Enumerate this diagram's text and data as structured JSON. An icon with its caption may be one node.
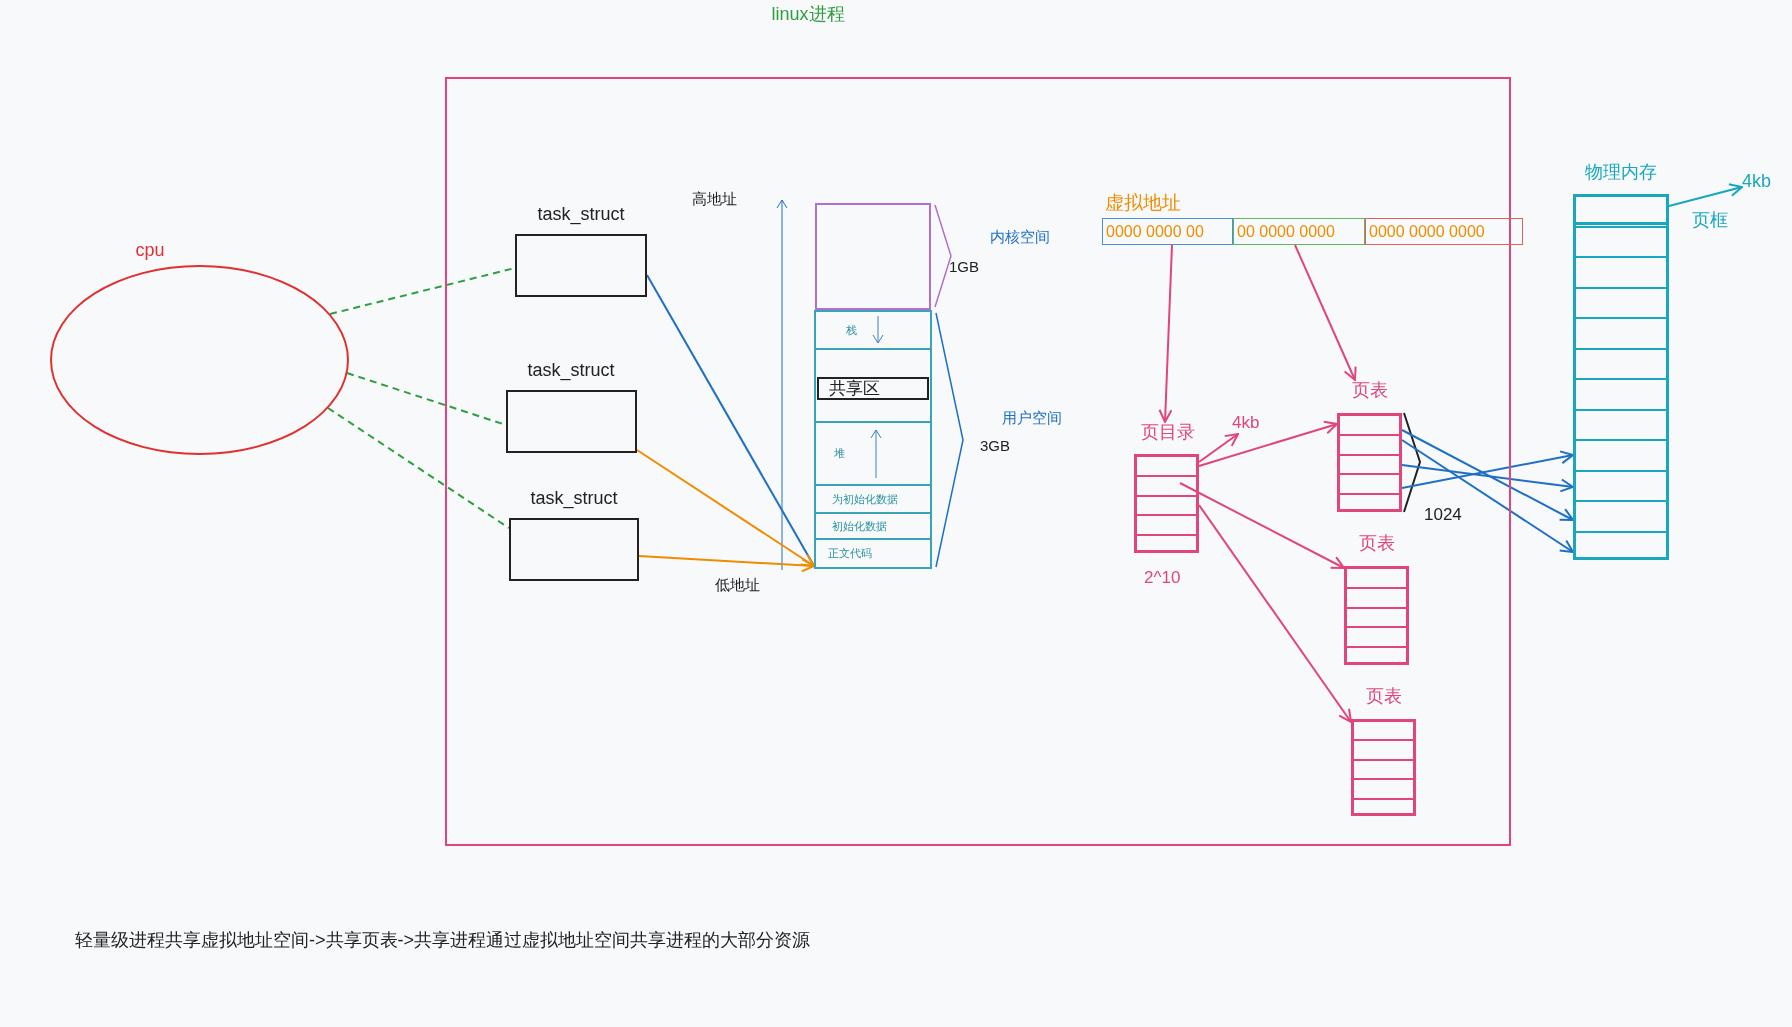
{
  "diagram": {
    "caption": "轻量级进程共享虚拟地址空间->共享页表->共享进程通过虚拟地址空间共享进程的大部分资源",
    "nodes": [
      {
        "text": [
          "linux进程"
        ]
      },
      {
        "text": [
          "cpu"
        ]
      },
      {
        "text": [
          "task_struct"
        ],
        "in": 0
      },
      {
        "text": [
          "task_struct"
        ],
        "in": 0
      },
      {
        "text": [
          "task_struct"
        ],
        "in": 0
      },
      {
        "text": [],
        "shape": "box",
        "in": 0,
        "beside": [
          "内核空间",
          "1GB"
        ]
      },
      {
        "text": [],
        "shape": "box",
        "in": 0,
        "beside": [
          "用户空间",
          "3GB"
        ]
      },
      {
        "text": [
          "栈"
        ],
        "in": 6
      },
      {
        "text": [],
        "shape": "box",
        "in": 6
      },
      {
        "text": [
          "共享区"
        ],
        "in": 8
      },
      {
        "text": [
          "堆"
        ],
        "in": 6
      },
      {
        "text": [
          "为初始化数据"
        ],
        "in": 6
      },
      {
        "text": [
          "初始化数据"
        ],
        "in": 6
      },
      {
        "text": [
          "正文代码"
        ],
        "in": 6
      },
      {
        "text": [
          "0000 0000 00"
        ],
        "in": 0
      },
      {
        "text": [
          "00 0000 0000"
        ],
        "in": 0
      },
      {
        "text": [
          "0000 0000 0000"
        ]
      },
      {
        "text": [
          "页目录"
        ],
        "in": 0,
        "beside": [
          "2^10"
        ]
      },
      {
        "text": [
          "4kb"
        ],
        "in": 0
      },
      {
        "text": [
          "页表"
        ],
        "in": 0,
        "beside": [
          "1024"
        ]
      },
      {
        "text": [
          "页表"
        ],
        "in": 0
      },
      {
        "text": [
          "页表"
        ],
        "in": 0
      },
      {
        "text": [
          "物理内存"
        ]
      },
      {
        "text": [],
        "shape": "box",
        "in": 22,
        "beside": [
          "页框"
        ]
      },
      {
        "text": [
          "4kb"
        ]
      }
    ],
    "edges": [
      {
        "from": 1,
        "to": 2,
        "arrow": "none",
        "style": "dashed",
        "color": "#2e9e3e"
      },
      {
        "from": 1,
        "to": 3,
        "arrow": "none",
        "style": "dashed",
        "color": "#2e9e3e"
      },
      {
        "from": 1,
        "to": 4,
        "arrow": "none",
        "style": "dashed",
        "color": "#2e9e3e"
      },
      {
        "from": 2,
        "to": 6,
        "arrow": "none",
        "color": "#1f6fc5"
      },
      {
        "from": 3,
        "to": 6,
        "arrow": "to",
        "color": "#f08c00"
      },
      {
        "from": 4,
        "to": 6,
        "arrow": "to",
        "color": "#f08c00"
      },
      {
        "from": 14,
        "to": 17,
        "arrow": "to"
      },
      {
        "from": 15,
        "to": 19,
        "arrow": "to"
      },
      {
        "from": 17,
        "to": 18,
        "arrow": "to"
      },
      {
        "from": 17,
        "to": 19,
        "arrow": "to"
      },
      {
        "from": 17,
        "to": 20,
        "arrow": "to"
      },
      {
        "from": 17,
        "to": 21,
        "arrow": "to"
      },
      {
        "from": 19,
        "to": 22,
        "arrow": "to",
        "color": "#1f6fc5"
      },
      {
        "from": 19,
        "to": 22,
        "arrow": "to",
        "color": "#1f6fc5"
      },
      {
        "from": 19,
        "to": 22,
        "arrow": "to",
        "color": "#1f6fc5"
      },
      {
        "from": 19,
        "to": 22,
        "arrow": "to",
        "color": "#1f6fc5"
      },
      {
        "from": 23,
        "to": 24,
        "arrow": "to",
        "color": "#19a7bd"
      }
    ],
    "labels": [
      "高地址",
      "低地址",
      "虚拟地址"
    ]
  }
}
